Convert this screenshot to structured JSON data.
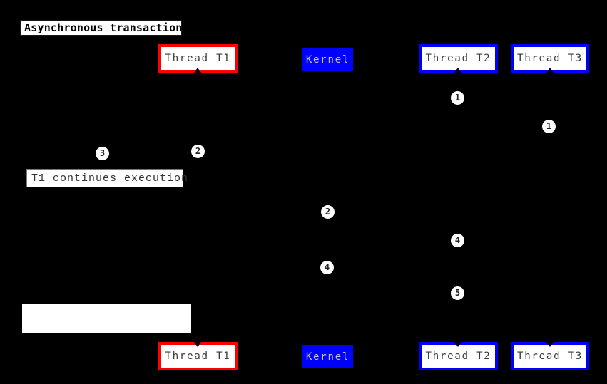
{
  "diagram": {
    "title": "Asynchronous transaction",
    "participants": [
      {
        "id": "thread-t1",
        "label": "Thread T1",
        "style": "red-outline"
      },
      {
        "id": "kernel",
        "label": "Kernel",
        "style": "blue-filled"
      },
      {
        "id": "thread-t2",
        "label": "Thread T2",
        "style": "blue-outline"
      },
      {
        "id": "thread-t3",
        "label": "Thread T3",
        "style": "blue-outline"
      }
    ],
    "note": {
      "text": "T1 continues execution"
    },
    "markers": [
      {
        "label": "1"
      },
      {
        "label": "1"
      },
      {
        "label": "2"
      },
      {
        "label": "3"
      },
      {
        "label": "2"
      },
      {
        "label": "4"
      },
      {
        "label": "4"
      },
      {
        "label": "5"
      }
    ],
    "colors": {
      "background": "#000000",
      "t1_border": "#ff0000",
      "t2_t3_border": "#0000ff",
      "kernel_fill": "#0000ff",
      "box_fill": "#ffffff"
    }
  }
}
